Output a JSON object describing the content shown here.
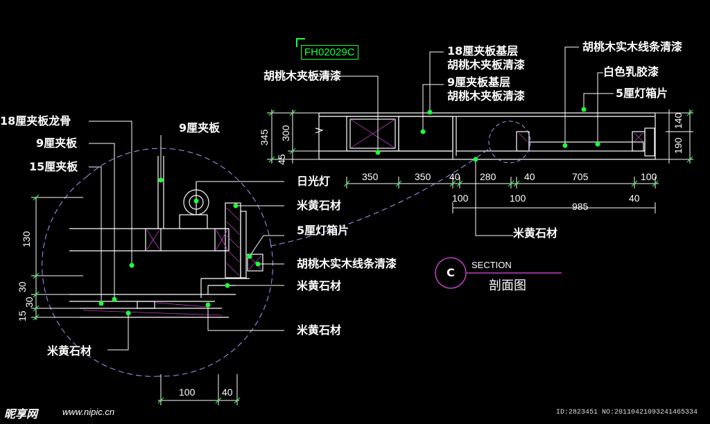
{
  "drawing_code": "FH02029C",
  "section_marker": {
    "letter": "C",
    "word": "SECTION",
    "title": "剖面图"
  },
  "labels": {
    "walnut_veneer_top": "胡桃木夹板清漆",
    "ply18_base": "18厘夹板基层",
    "walnut_veneer_a": "胡桃木夹板清漆",
    "ply9_base": "9厘夹板基层",
    "walnut_veneer_b": "胡桃木夹板清漆",
    "walnut_solid_strip_top": "胡桃木实木线条清漆",
    "white_latex": "白色乳胶漆",
    "lightbox5_top": "5厘灯箱片",
    "ply18_joist": "18厘夹板龙骨",
    "ply9": "9厘夹板",
    "ply9_left": "9厘夹板",
    "ply15": "15厘夹板",
    "fluorescent": "日光灯",
    "beige_stone_1": "米黄石材",
    "lightbox5": "5厘灯箱片",
    "walnut_solid_strip": "胡桃木实木线条清漆",
    "beige_stone_2": "米黄石材",
    "beige_stone_3": "米黄石材",
    "beige_stone_4": "米黄石材",
    "beige_stone_5": "米黄石材"
  },
  "dims": {
    "h_top": [
      "350",
      "350",
      "40",
      "280",
      "40",
      "705",
      "100"
    ],
    "h_mid": [
      "100",
      "100",
      "40"
    ],
    "h_total": "985",
    "v_left": [
      "345",
      "300",
      "45"
    ],
    "v_right": [
      "140",
      "190"
    ],
    "detail_v": [
      "130",
      "30",
      "30",
      "15"
    ],
    "detail_h": [
      "100",
      "40"
    ]
  },
  "watermark": {
    "brand": "昵享网",
    "url": "www.nipic.cn"
  },
  "image_meta": "ID:2823451 NO:20110421093241465334",
  "colors": {
    "line": "#ffffff",
    "accent": "#1eff3c",
    "magenta": "#c040c0",
    "dashed": "#a0a0ff"
  }
}
